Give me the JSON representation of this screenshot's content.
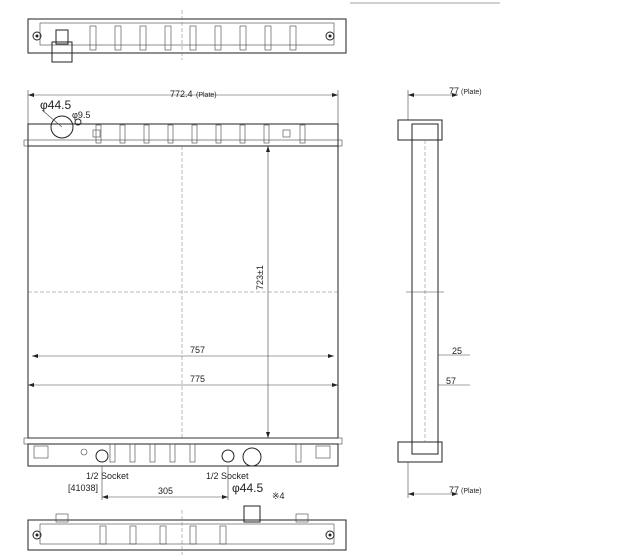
{
  "dimensions": {
    "plate_width": "772.4",
    "plate_suffix": "(Plate)",
    "inlet_dia": "φ44.5",
    "small_hole": "φ9.5",
    "height": "723±1",
    "core_width": "757",
    "overall_width": "775",
    "side_top": "77",
    "side_top_suffix": "(Plate)",
    "side_25": "25",
    "side_57": "57",
    "side_bottom": "77",
    "side_bottom_suffix": "(Plate)",
    "socket_left": "1/2 Socket",
    "socket_right": "1/2 Socket",
    "part_no": "[41038]",
    "socket_spacing": "305",
    "outlet_dia": "φ44.5",
    "note": "※4"
  }
}
